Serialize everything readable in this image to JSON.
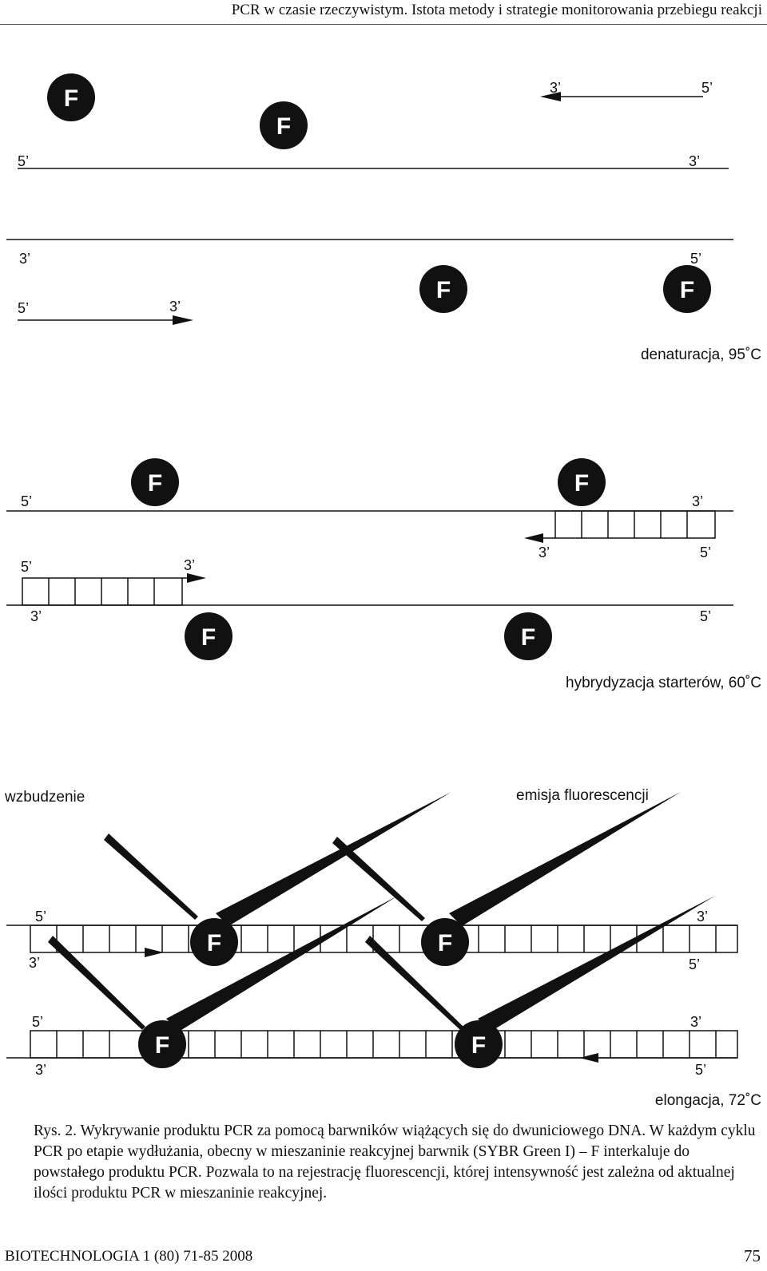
{
  "header": {
    "running_title": "PCR w czasie rzeczywistym. Istota metody i strategie monitorowania przebiegu reakcji"
  },
  "figure": {
    "fluorophore_label": "F",
    "strand_labels": {
      "five": "5’",
      "three": "3’"
    },
    "stages": {
      "denaturation": "denaturacja, 95˚C",
      "hybridization": "hybrydyzacja starterów, 60˚C",
      "elongation": "elongacja, 72˚C"
    },
    "excitation_label": "wzbudzenie",
    "emission_label": "emisja fluorescencji"
  },
  "caption": {
    "lead": "Rys. 2. Wykrywanie produktu PCR za pomocą barwników wiążących się do dwuniciowego DNA. W każdym cyklu PCR po etapie wydłużania, obecny w mieszaninie reakcyjnej barwnik (SYBR Green I) – F interkaluje do powstałego produktu PCR. Pozwala to na rejestrację fluorescencji, której intensywność jest zależna od aktualnej ilości produktu PCR w mieszaninie reakcyjnej."
  },
  "footer": {
    "journal": "BIOTECHNOLOGIA 1 (80) 71-85 2008",
    "page_number": "75"
  }
}
